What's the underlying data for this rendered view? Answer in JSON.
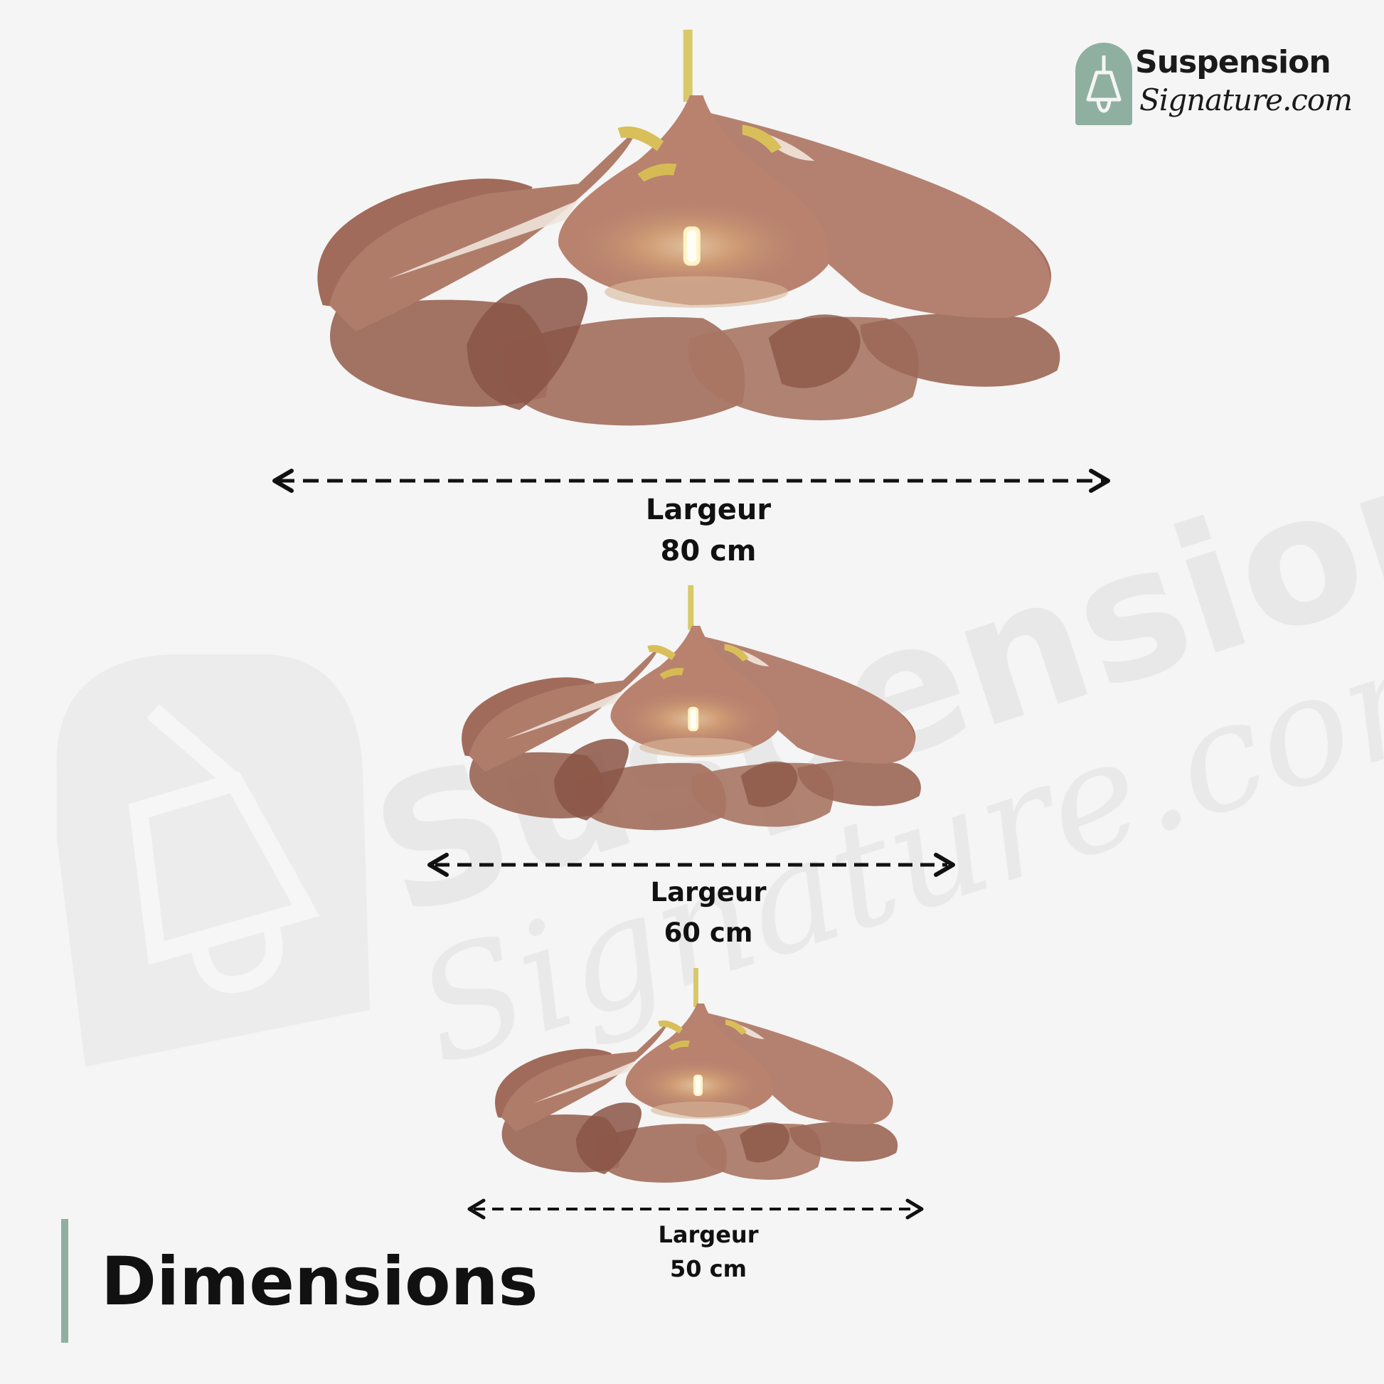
{
  "brand": {
    "line1": "Suspension",
    "line2": "Signature.com",
    "badge_color": "#8fb0a0",
    "icon": "lamp-icon"
  },
  "watermark": {
    "line1": "Suspension",
    "line2": "Signature.com"
  },
  "sizes": [
    {
      "label": "Largeur",
      "value": "80 cm"
    },
    {
      "label": "Largeur",
      "value": "60 cm"
    },
    {
      "label": "Largeur",
      "value": "50 cm"
    }
  ],
  "title": "Dimensions",
  "colors": {
    "accent": "#8fb0a0",
    "petal": "#b07a68",
    "petal_dark": "#8e5a4a",
    "cord": "#d8c96a"
  }
}
